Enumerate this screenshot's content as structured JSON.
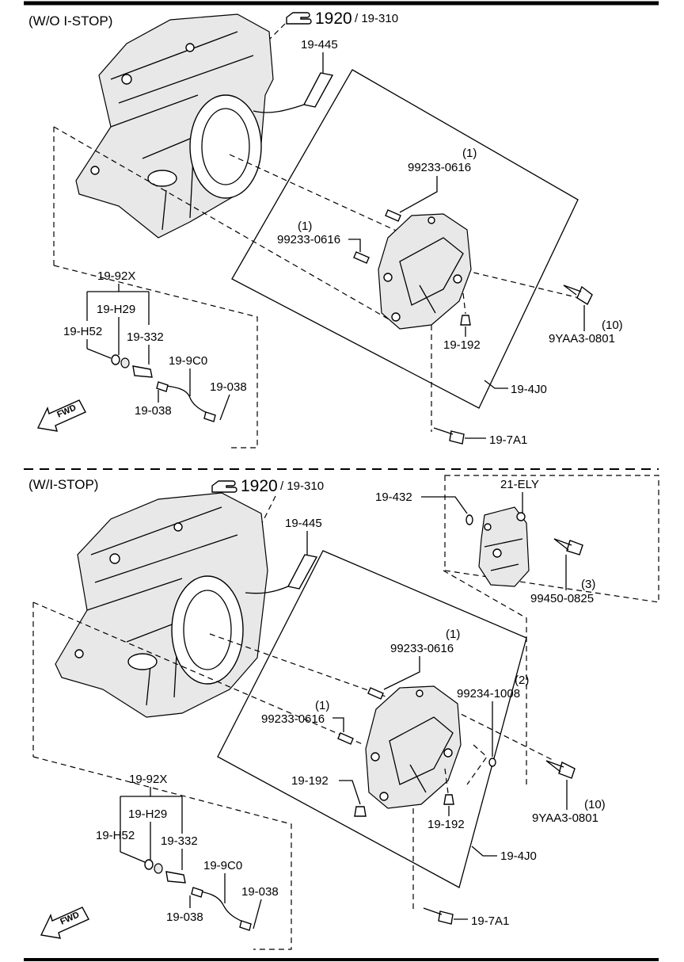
{
  "sections": {
    "top": {
      "title": "(W/O I-STOP)",
      "ref_main": "1920",
      "ref_sub": "/ 19-310",
      "callouts": {
        "c445": "19-445",
        "qty_a": "(1)",
        "pin_a": "99233-0616",
        "qty_b": "(1)",
        "pin_b": "99233-0616",
        "c92x": "19-92X",
        "ch29": "19-H29",
        "ch52": "19-H52",
        "c332": "19-332",
        "c9c0": "19-9C0",
        "c038a": "19-038",
        "c038b": "19-038",
        "c192": "19-192",
        "qty_bolt": "(10)",
        "bolt": "9YAA3-0801",
        "c4j0": "19-4J0",
        "c7a1": "19-7A1",
        "fwd": "FWD"
      }
    },
    "bottom": {
      "title": "(W/I-STOP)",
      "ref_main": "1920",
      "ref_sub": "/ 19-310",
      "callouts": {
        "c445": "19-445",
        "c432": "19-432",
        "cely": "21-ELY",
        "qty_3": "(3)",
        "bolt_3": "99450-0825",
        "qty_a": "(1)",
        "pin_a": "99233-0616",
        "qty_2": "(2)",
        "pin_2": "99234-1008",
        "qty_b": "(1)",
        "pin_b": "99233-0616",
        "c192a": "19-192",
        "c192b": "19-192",
        "qty_bolt": "(10)",
        "bolt": "9YAA3-0801",
        "c4j0": "19-4J0",
        "c7a1": "19-7A1",
        "c92x": "19-92X",
        "ch29": "19-H29",
        "ch52": "19-H52",
        "c332": "19-332",
        "c9c0": "19-9C0",
        "c038a": "19-038",
        "c038b": "19-038",
        "fwd": "FWD"
      }
    }
  }
}
